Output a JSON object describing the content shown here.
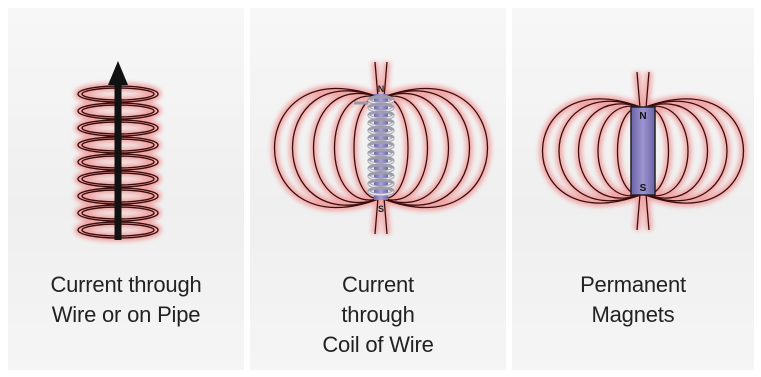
{
  "colors": {
    "field_line": "#2a0a0a",
    "field_glow": "#f0a0a0",
    "wire": "#111111",
    "coil": "#b8b8c4",
    "core": "#8f86c4",
    "magnet": "#7f78b8"
  },
  "panels": [
    {
      "caption_lines": [
        "Current through",
        "Wire or on Pipe"
      ],
      "icon": "current-wire-field-icon"
    },
    {
      "caption_lines": [
        "Current",
        "through",
        "Coil of Wire"
      ],
      "icon": "coil-field-icon",
      "pole_north": "N",
      "pole_south": "S"
    },
    {
      "caption_lines": [
        "Permanent",
        "Magnets"
      ],
      "icon": "bar-magnet-field-icon",
      "pole_north": "N",
      "pole_south": "S"
    }
  ]
}
